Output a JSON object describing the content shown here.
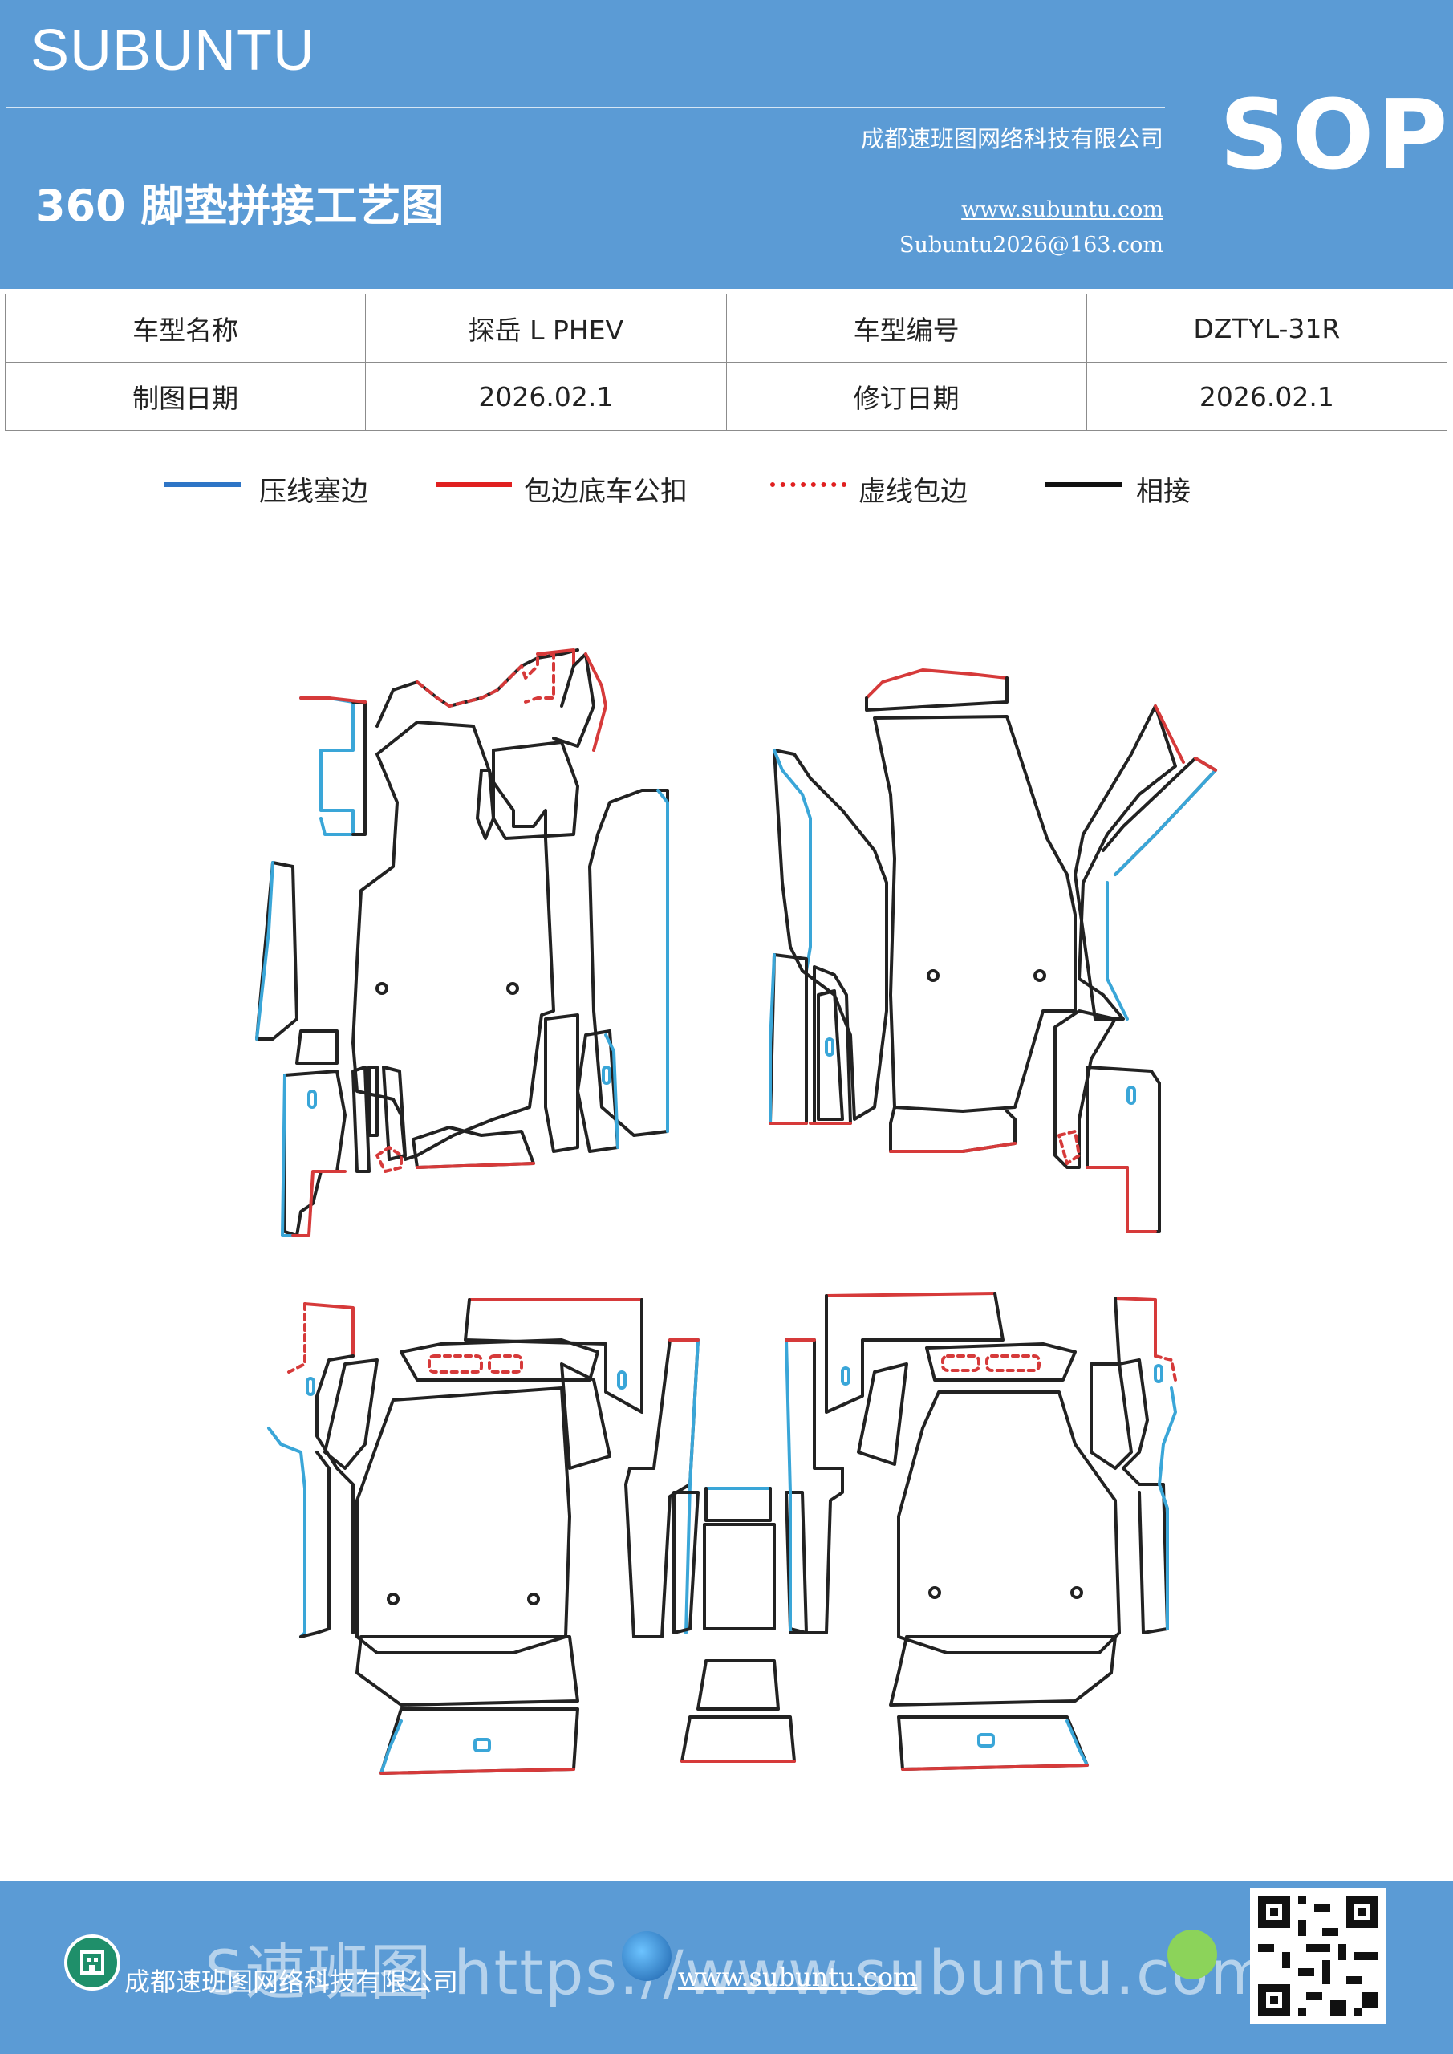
{
  "header": {
    "brand": "SUBUNTU",
    "company": "成都速班图网络科技有限公司",
    "title": "360 脚垫拼接工艺图",
    "website": "www.subuntu.com",
    "email": "Subuntu2026@163.com",
    "badge": "SOP"
  },
  "info_table": {
    "rows": [
      [
        "车型名称",
        "探岳 L  PHEV",
        "车型编号",
        "DZTYL-31R"
      ],
      [
        "制图日期",
        "2026.02.1",
        "修订日期",
        "2026.02.1"
      ]
    ]
  },
  "legend": [
    {
      "label": "压线塞边",
      "color": "#2e75c6",
      "style": "solid"
    },
    {
      "label": "包边底车公扣",
      "color": "#e02020",
      "style": "solid"
    },
    {
      "label": "虚线包边",
      "color": "#e02020",
      "style": "dashed"
    },
    {
      "label": "相接",
      "color": "#111111",
      "style": "solid"
    }
  ],
  "colors": {
    "header_bg": "#5b9bd5",
    "line_blue": "#3aa6d8",
    "line_red": "#d63a3a",
    "line_black": "#222222"
  },
  "footer": {
    "company": "成都速班图网络科技有限公司",
    "website": "www.subuntu.com",
    "watermark": "S速班图 https://www.subuntu.com",
    "icons": [
      "building-icon",
      "globe-icon",
      "wechat-icon"
    ],
    "qr": "qr-code"
  }
}
